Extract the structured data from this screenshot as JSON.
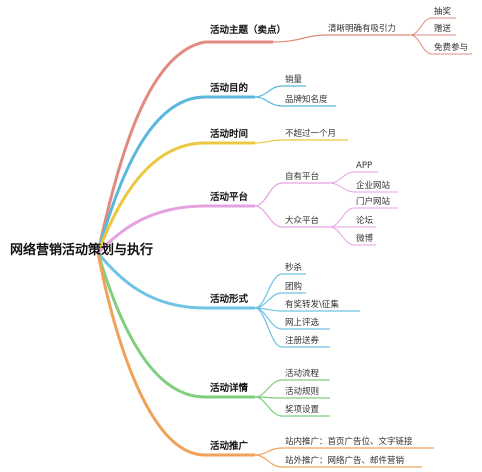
{
  "root": "网络营销活动策划与执行",
  "colors": {
    "red": "#e28a80",
    "blue": "#5ab8de",
    "yellow": "#ecc840",
    "pink": "#e6a2e0",
    "blue2": "#6fc3e4",
    "green": "#7fcf7f",
    "orange": "#f0a25a"
  },
  "branches": {
    "theme": {
      "label": "活动主题（卖点）",
      "child": "清晰明确有吸引力",
      "leaves": [
        "抽奖",
        "赠送",
        "免费参与"
      ]
    },
    "purpose": {
      "label": "活动目的",
      "children": [
        "销量",
        "品牌知名度"
      ]
    },
    "time": {
      "label": "活动时间",
      "child": "不超过一个月"
    },
    "platform": {
      "label": "活动平台",
      "own": {
        "label": "自有平台",
        "leaves": [
          "APP",
          "企业网站"
        ]
      },
      "public": {
        "label": "大众平台",
        "leaves": [
          "门户网站",
          "论坛",
          "微博"
        ]
      }
    },
    "form": {
      "label": "活动形式",
      "children": [
        "秒杀",
        "团购",
        "有奖转发\\征集",
        "网上评选",
        "注册送券"
      ]
    },
    "details": {
      "label": "活动详情",
      "children": [
        "活动流程",
        "活动规则",
        "奖项设置"
      ]
    },
    "promotion": {
      "label": "活动推广",
      "children": [
        "站内推广：首页广告位、文字链接",
        "站外推广：网络广告、邮件营销"
      ]
    }
  }
}
